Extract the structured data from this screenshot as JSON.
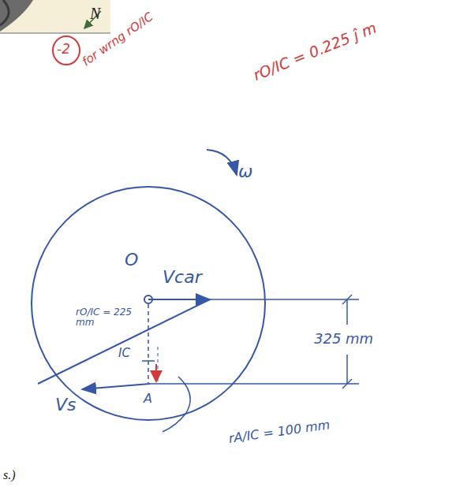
{
  "diagram": {
    "labels": [
      "N",
      "-2",
      "for wrng rO/IC",
      "rO/IC = 0.225 ĵ m",
      "ω",
      "O",
      "Vcar",
      "rO/IC = 225 mm",
      "325 mm",
      "IC",
      "A",
      "Vs",
      "rA/IC = 100 mm",
      "s.)"
    ]
  }
}
